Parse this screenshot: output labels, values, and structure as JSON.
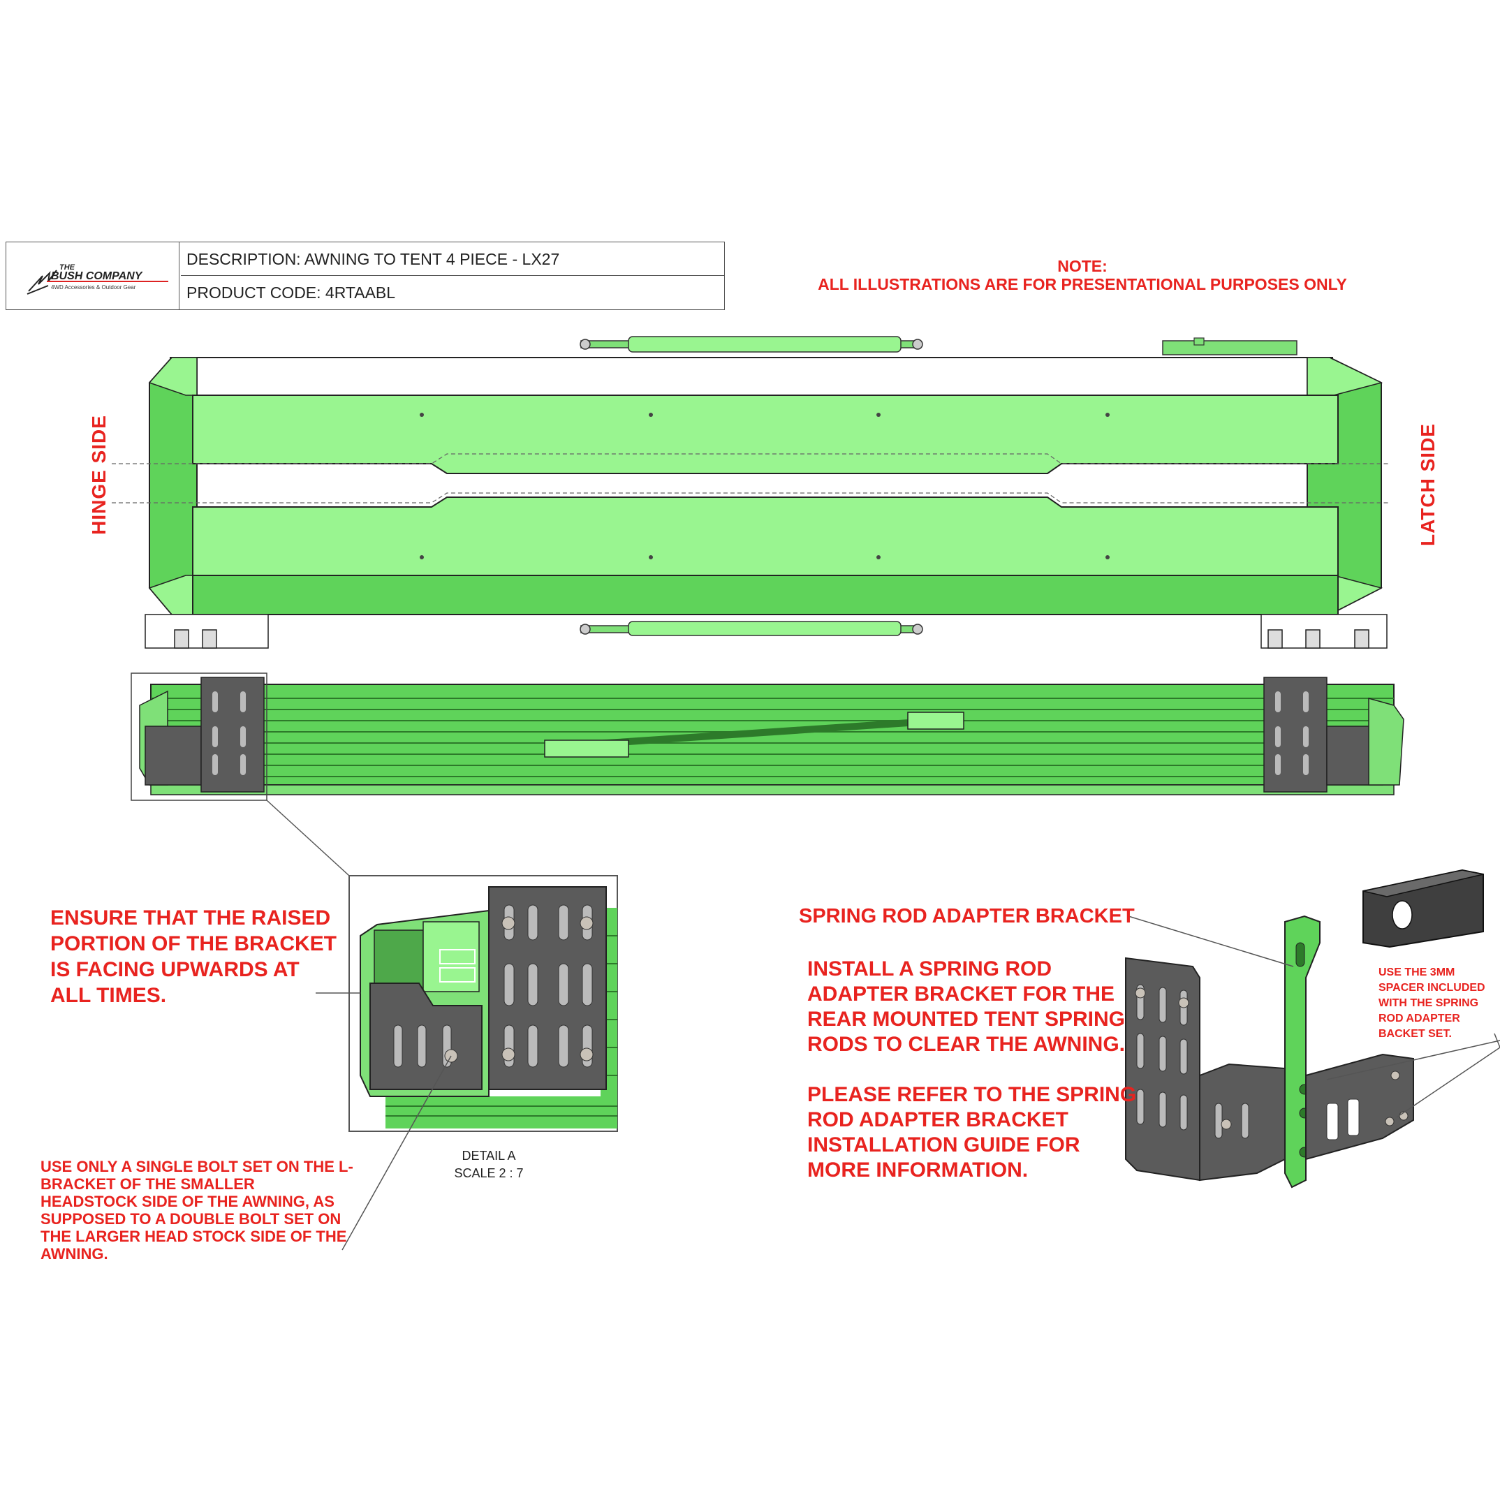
{
  "title_block": {
    "logo_top": "THE",
    "logo_name": "BUSH COMPANY",
    "logo_tagline": "4WD Accessories & Outdoor Gear",
    "description": "DESCRIPTION: AWNING TO TENT 4 PIECE - LX27",
    "product_code": "PRODUCT CODE: 4RTAABL"
  },
  "note": {
    "heading": "NOTE:",
    "text": "ALL ILLUSTRATIONS ARE FOR PRESENTATIONAL PURPOSES ONLY"
  },
  "side_labels": {
    "hinge": "HINGE SIDE",
    "latch": "LATCH SIDE"
  },
  "callouts": {
    "ensure": "ENSURE THAT THE RAISED PORTION OF THE BRACKET IS FACING UPWARDS AT ALL TIMES.",
    "use_only": "USE ONLY A SINGLE BOLT SET ON THE L-BRACKET OF THE SMALLER HEADSTOCK SIDE OF THE AWNING, AS SUPPOSED TO A DOUBLE BOLT SET ON THE LARGER HEAD STOCK SIDE OF THE AWNING.",
    "detail_name": "DETAIL A",
    "detail_scale": "SCALE 2 : 7",
    "spring_rod_bracket": "SPRING ROD ADAPTER BRACKET",
    "install": "INSTALL A SPRING ROD ADAPTER BRACKET FOR THE REAR MOUNTED TENT SPRING RODS TO CLEAR THE AWNING.",
    "please_refer": "PLEASE REFER TO THE SPRING ROD ADAPTER  BRACKET INSTALLATION GUIDE FOR MORE INFORMATION.",
    "spacer": "USE THE 3mm SPACER INCLUDED WITH THE SPRING ROD ADAPTER BACKET SET."
  },
  "colors": {
    "accent_green": "#99f590",
    "dark_green": "#5fd35a",
    "bracket_gray": "#5b5b5b",
    "label_red": "#e8231f"
  }
}
